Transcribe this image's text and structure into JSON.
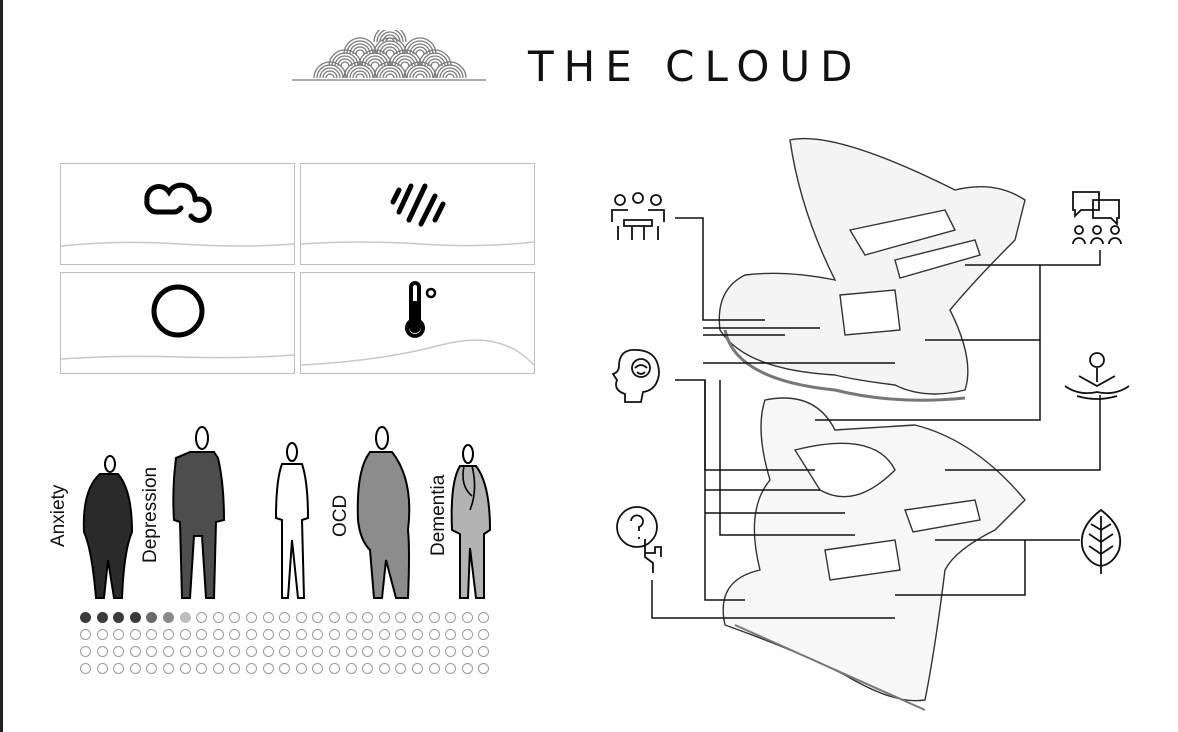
{
  "title": "THE CLOUD",
  "weather_panels": [
    {
      "icon": "cloud-icon"
    },
    {
      "icon": "rain-icon"
    },
    {
      "icon": "sun-circle-icon"
    },
    {
      "icon": "thermometer-icon"
    }
  ],
  "conditions": [
    {
      "label": "Anxiety",
      "fill": "#2a2a2a"
    },
    {
      "label": "Depression",
      "fill": "#4d4d4d"
    },
    {
      "label": "OCD",
      "fill": "#8c8c8c"
    },
    {
      "label": "Dementia",
      "fill": "#b3b3b3"
    }
  ],
  "dot_grid": {
    "filled": [
      "#3a3a3a",
      "#3a3a3a",
      "#3a3a3a",
      "#3a3a3a",
      "#6a6a6a",
      "#8a8a8a",
      "#bdbdbd"
    ],
    "total": 100
  },
  "program_icons": [
    {
      "icon": "meeting-group-icon"
    },
    {
      "icon": "discussion-group-icon"
    },
    {
      "icon": "mind-brain-icon"
    },
    {
      "icon": "meditation-icon"
    },
    {
      "icon": "question-touch-icon"
    },
    {
      "icon": "leaf-icon"
    }
  ]
}
